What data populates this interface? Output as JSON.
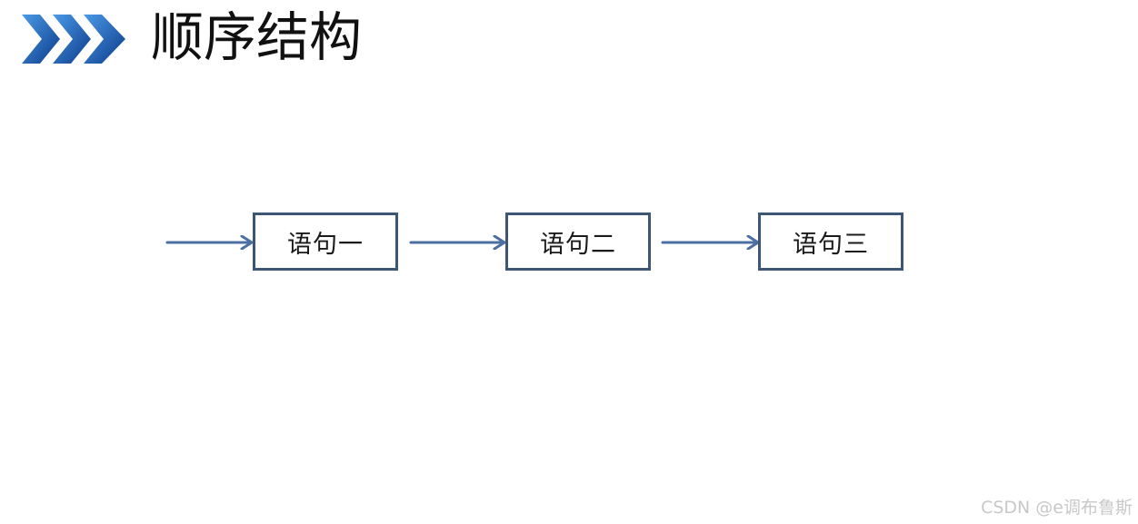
{
  "title": "顺序结构",
  "steps": [
    {
      "label": "语句一"
    },
    {
      "label": "语句二"
    },
    {
      "label": "语句三"
    }
  ],
  "colors": {
    "arrow": "#4a6fa0",
    "box_border": "#3d5675",
    "logo_light": "#3f86d6",
    "logo_dark": "#0d3d8e"
  },
  "icons": {
    "logo": "triple-chevron-icon"
  },
  "watermark": "CSDN @e调布鲁斯"
}
